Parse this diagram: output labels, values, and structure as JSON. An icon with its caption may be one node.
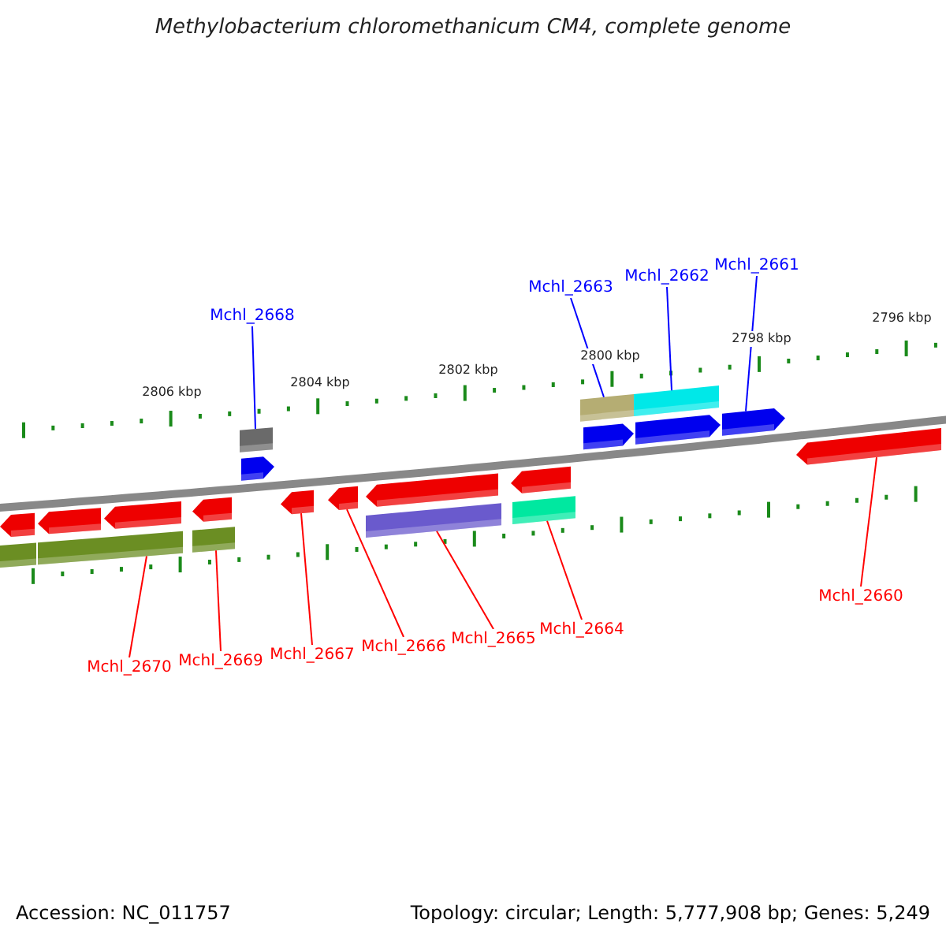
{
  "diagram": {
    "title": "Methylobacterium chloromethanicum CM4, complete genome",
    "nodes": [
      {
        "text": [
          "Mchl_2668"
        ]
      },
      {
        "text": [
          "Mchl_2663"
        ]
      },
      {
        "text": [
          "Mchl_2662"
        ]
      },
      {
        "text": [
          "Mchl_2661"
        ]
      },
      {
        "text": [
          "Mchl_2660"
        ]
      },
      {
        "text": [
          "Mchl_2670"
        ]
      },
      {
        "text": [
          "Mchl_2669"
        ]
      },
      {
        "text": [
          "Mchl_2667"
        ]
      },
      {
        "text": [
          "Mchl_2666"
        ]
      },
      {
        "text": [
          "Mchl_2665"
        ]
      },
      {
        "text": [
          "Mchl_2664"
        ]
      },
      {
        "text": [],
        "shape": "arrow"
      },
      {
        "text": [],
        "shape": "bar"
      },
      {
        "text": [],
        "shape": "arrow"
      },
      {
        "text": [],
        "shape": "bar"
      },
      {
        "text": [],
        "shape": "arrow"
      },
      {
        "text": [],
        "shape": "bar"
      },
      {
        "text": [],
        "shape": "arrow"
      },
      {
        "text": [],
        "shape": "bar"
      },
      {
        "text": [],
        "shape": "bar"
      },
      {
        "text": [],
        "shape": "arrow"
      },
      {
        "text": [],
        "shape": "arrow"
      },
      {
        "text": [],
        "shape": "arrow"
      },
      {
        "text": [],
        "shape": "arrow"
      },
      {
        "text": [],
        "shape": "bar"
      },
      {
        "text": [],
        "shape": "arrow"
      },
      {
        "text": [],
        "shape": "bar"
      },
      {
        "text": [],
        "shape": "bar"
      },
      {
        "text": [],
        "shape": "arrow"
      },
      {
        "text": [],
        "shape": "bar"
      },
      {
        "text": [],
        "shape": "arrow"
      },
      {
        "text": [],
        "shape": "arrow"
      },
      {
        "text": [],
        "shape": "arrow"
      }
    ],
    "edges": [
      {
        "from": 0,
        "to": 19,
        "arrow": "none",
        "color": "#0000ff"
      },
      {
        "from": 1,
        "to": 27,
        "arrow": "none",
        "color": "#0000ff"
      },
      {
        "from": 2,
        "to": 29,
        "arrow": "none",
        "color": "#0000ff"
      },
      {
        "from": 3,
        "to": 31,
        "arrow": "none",
        "color": "#0000ff"
      },
      {
        "from": 4,
        "to": 32,
        "arrow": "none"
      },
      {
        "from": 5,
        "to": 16,
        "arrow": "none"
      },
      {
        "from": 6,
        "to": 18,
        "arrow": "none"
      },
      {
        "from": 7,
        "to": 21,
        "arrow": "none"
      },
      {
        "from": 8,
        "to": 22,
        "arrow": "none"
      },
      {
        "from": 9,
        "to": 24,
        "arrow": "none"
      },
      {
        "from": 10,
        "to": 26,
        "arrow": "none"
      }
    ],
    "labels": [
      "2806 kbp",
      "2804 kbp",
      "2802 kbp",
      "2800 kbp",
      "2798 kbp",
      "2796 kbp",
      "Accession: NC_011757",
      "Topology: circular; Length: 5,777,908 bp; Genes: 5,249"
    ]
  }
}
